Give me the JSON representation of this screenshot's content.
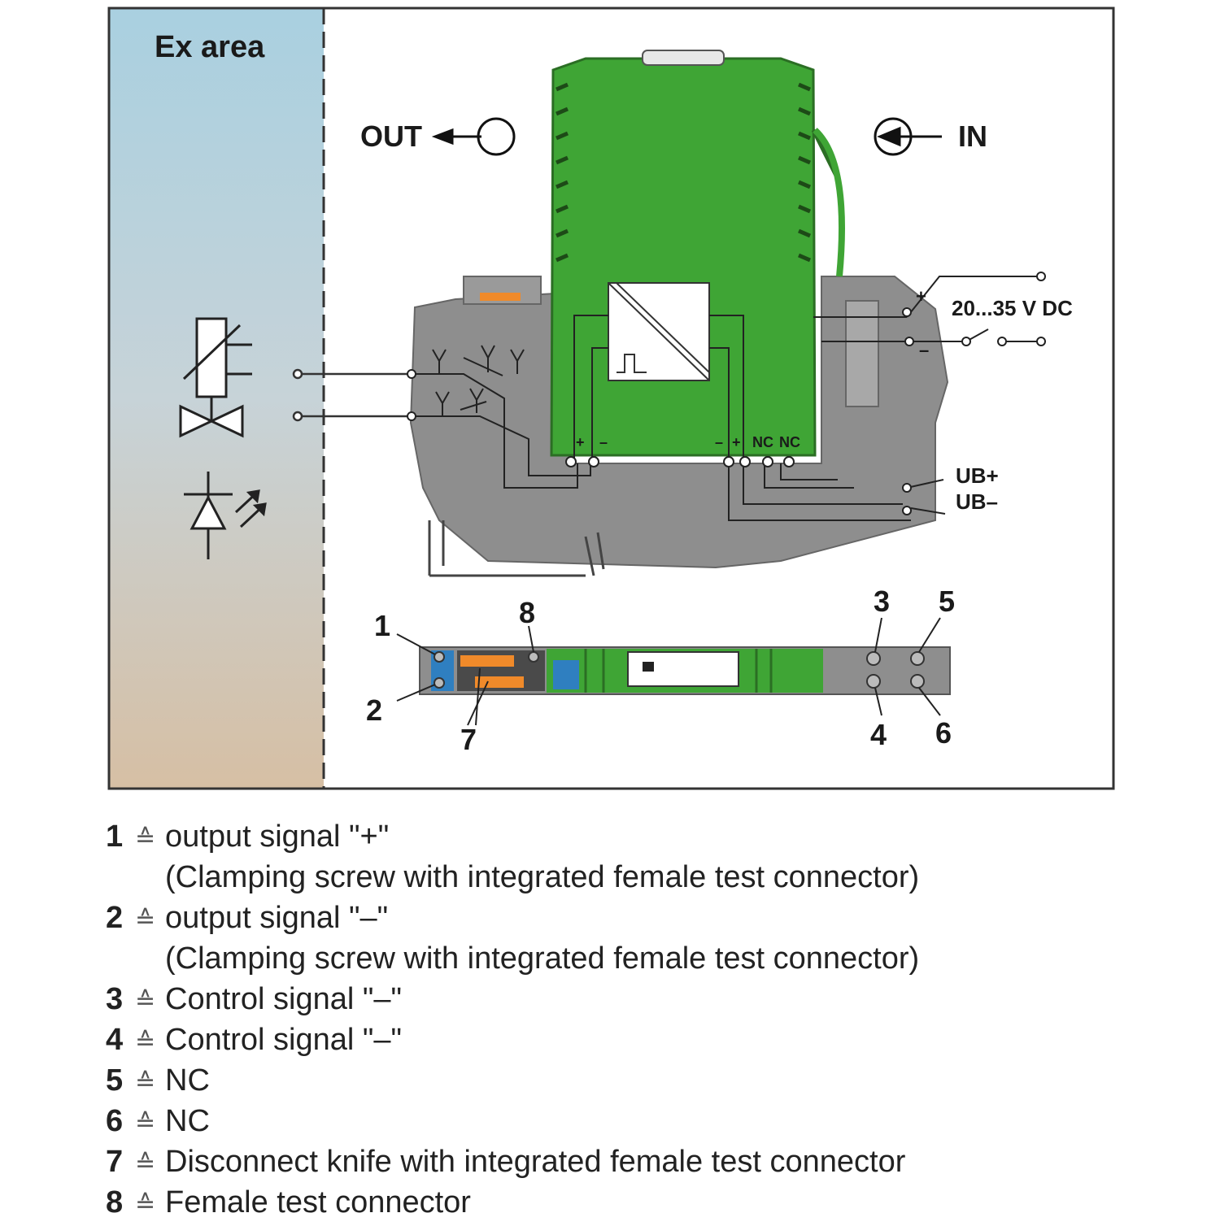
{
  "diagram": {
    "ex_area_label": "Ex area",
    "out_label": "OUT",
    "in_label": "IN",
    "voltage_label": "20...35 V DC",
    "plus_sign": "+",
    "minus_sign": "–",
    "ub_plus_label": "UB+",
    "ub_minus_label": "UB–",
    "module_terminal_labels": [
      "+",
      "–",
      "–",
      "+",
      "NC",
      "NC"
    ],
    "callout_numbers": [
      "1",
      "2",
      "3",
      "4",
      "5",
      "6",
      "7",
      "8"
    ],
    "colors": {
      "module_green": "#3fa535",
      "housing_gray": "#8e8e8e",
      "ex_area_top": "#a9d0e0",
      "ex_area_bottom": "#d6bfa4",
      "accent_orange": "#f08a2a",
      "accent_blue": "#2f7fc0"
    }
  },
  "legend": [
    {
      "num": "1",
      "symbol": "≙",
      "text": "output signal \"+\""
    },
    {
      "num": "",
      "symbol": "",
      "text": "(Clamping screw with integrated female test connector)"
    },
    {
      "num": "2",
      "symbol": "≙",
      "text": "output signal \"–\""
    },
    {
      "num": "",
      "symbol": "",
      "text": "(Clamping screw with integrated female test connector)"
    },
    {
      "num": "3",
      "symbol": "≙",
      "text": "Control signal \"–\""
    },
    {
      "num": "4",
      "symbol": "≙",
      "text": "Control signal \"–\""
    },
    {
      "num": "5",
      "symbol": "≙",
      "text": "NC"
    },
    {
      "num": "6",
      "symbol": "≙",
      "text": "NC"
    },
    {
      "num": "7",
      "symbol": "≙",
      "text": "Disconnect knife with integrated female test connector"
    },
    {
      "num": "8",
      "symbol": "≙",
      "text": "Female test connector"
    }
  ]
}
